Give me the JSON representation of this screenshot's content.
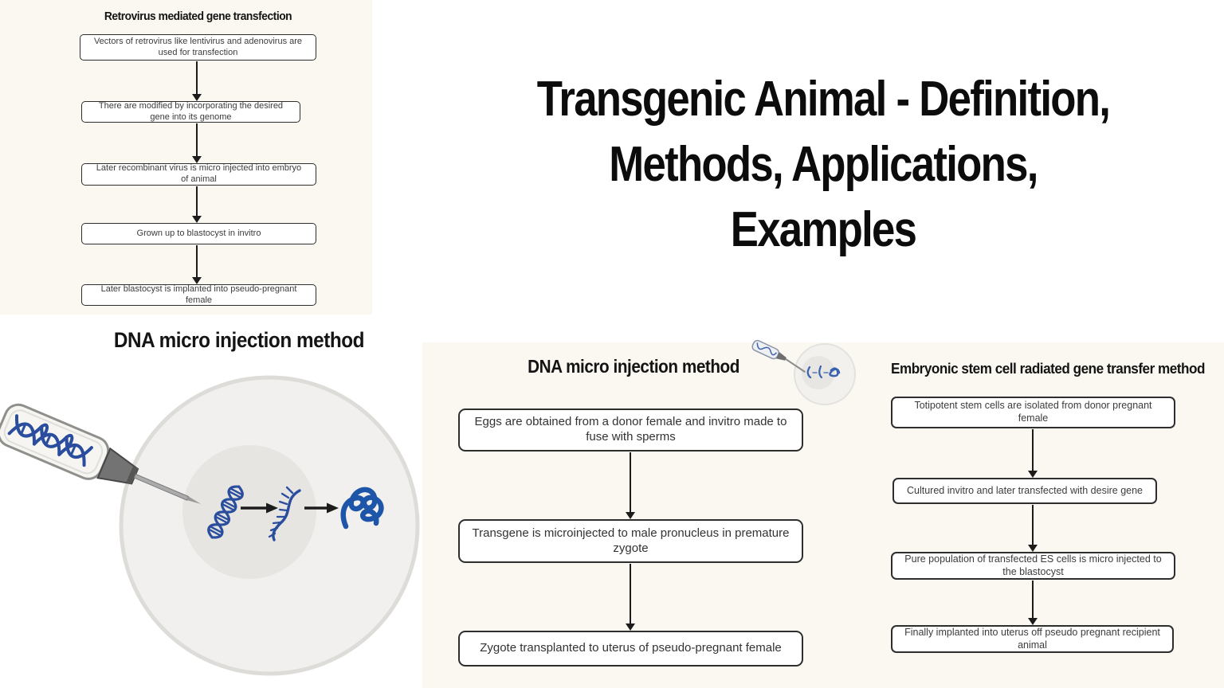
{
  "colors": {
    "cream_panel": "#faf8f0",
    "white": "#ffffff",
    "box_border": "#2e2e2e",
    "box_text": "#3c3c3c",
    "title_black": "#0c0c0c",
    "arrow_black": "#1c1c1c",
    "dna_blue": "#2a4d9e",
    "protein_blue": "#1d55a8",
    "cell_fill": "#f1f0ee",
    "nucleus_fill": "#e6e5e1"
  },
  "main_title": {
    "lines": [
      "Transgenic Animal - Definition,",
      "Methods, Applications,",
      "Examples"
    ]
  },
  "flows": {
    "retrovirus": {
      "title": "Retrovirus mediated gene transfection",
      "steps": [
        "Vectors of retrovirus like lentivirus and adenovirus are used for transfection",
        "There are modified by incorporating the desired gene into its genome",
        "Later recombinant virus is micro injected into embryo of animal",
        "Grown up to blastocyst in invitro",
        "Later blastocyst is implanted into pseudo-pregnant female"
      ]
    },
    "micro_injection": {
      "title": "DNA micro injection method",
      "steps": [
        "Eggs are obtained from a donor female and invitro made to fuse with sperms",
        "Transgene is microinjected to male pronucleus in premature zygote",
        "Zygote transplanted to uterus of pseudo-pregnant female"
      ]
    },
    "es_cell": {
      "title": "Embryonic stem cell radiated gene transfer method",
      "steps": [
        "Totipotent stem cells are isolated from donor pregnant female",
        "Cultured invitro and later transfected with desire gene",
        "Pure population of transfected ES cells is micro injected to the blastocyst",
        "Finally implanted into uterus off pseudo pregnant recipient animal"
      ]
    }
  },
  "illustration": {
    "title": "DNA micro injection method",
    "icons": {
      "syringe": "syringe-with-dna-icon",
      "cell": "cell-icon",
      "nucleus": "nucleus-icon",
      "dna": "dna-helix-icon",
      "rna": "rna-strand-icon",
      "protein": "protein-icon",
      "mini": "micro-injection-cell-mini-icon"
    }
  }
}
